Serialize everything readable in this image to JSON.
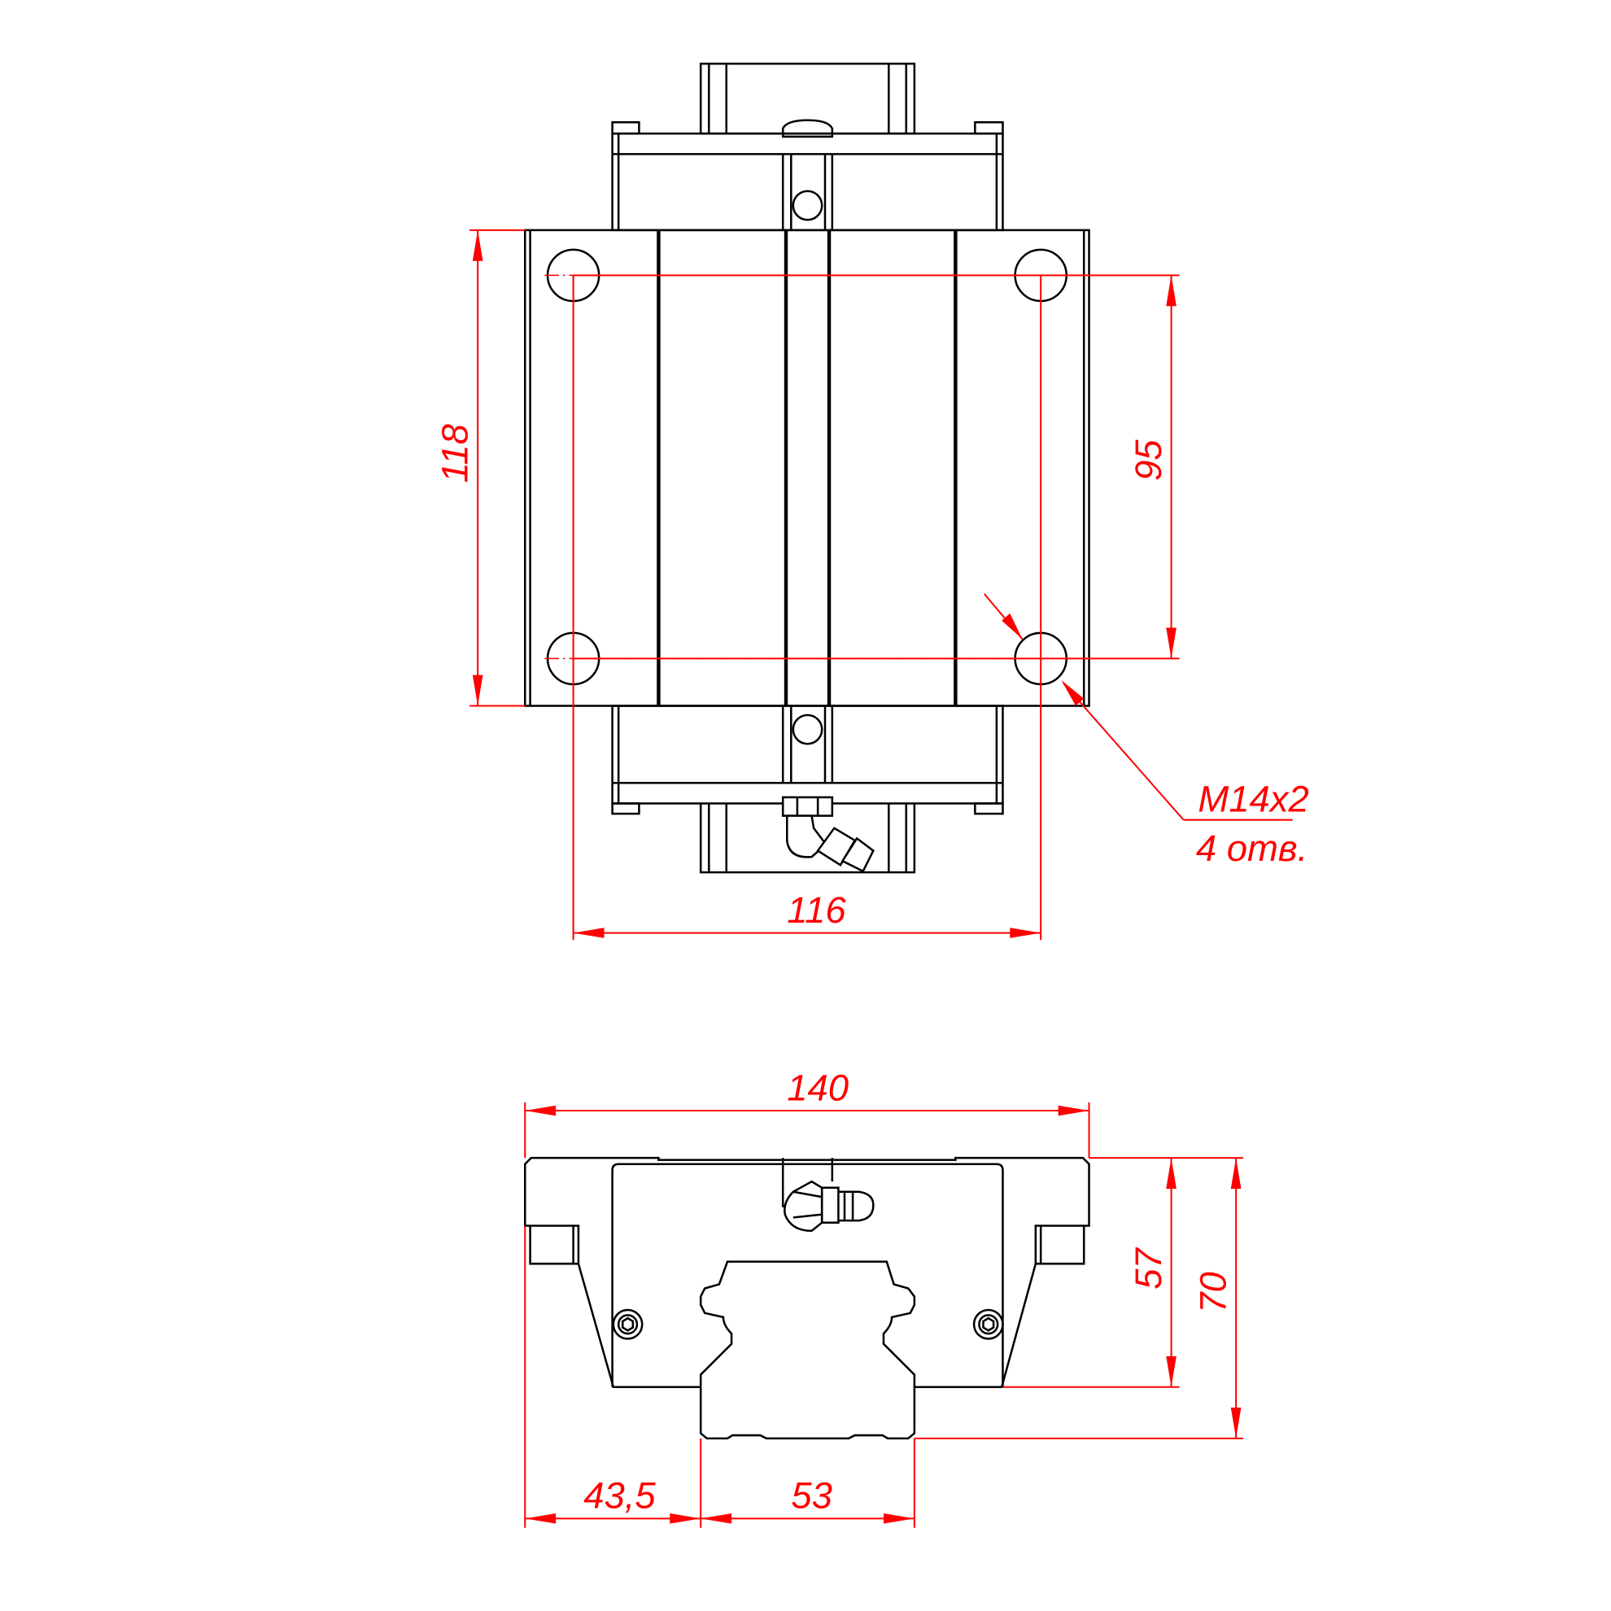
{
  "drawing": {
    "colors": {
      "outline": "#000000",
      "dimension": "#ff0000",
      "background": "#ffffff"
    },
    "top_view": {
      "dim_height": "118",
      "dim_hole_pitch_vertical": "95",
      "dim_hole_pitch_horizontal": "116",
      "thread_callout": "M14x2",
      "thread_count": "4 отв."
    },
    "front_view": {
      "dim_width": "140",
      "dim_block_height": "57",
      "dim_total_height": "70",
      "dim_flange_offset": "43,5",
      "dim_rail_width": "53"
    }
  }
}
